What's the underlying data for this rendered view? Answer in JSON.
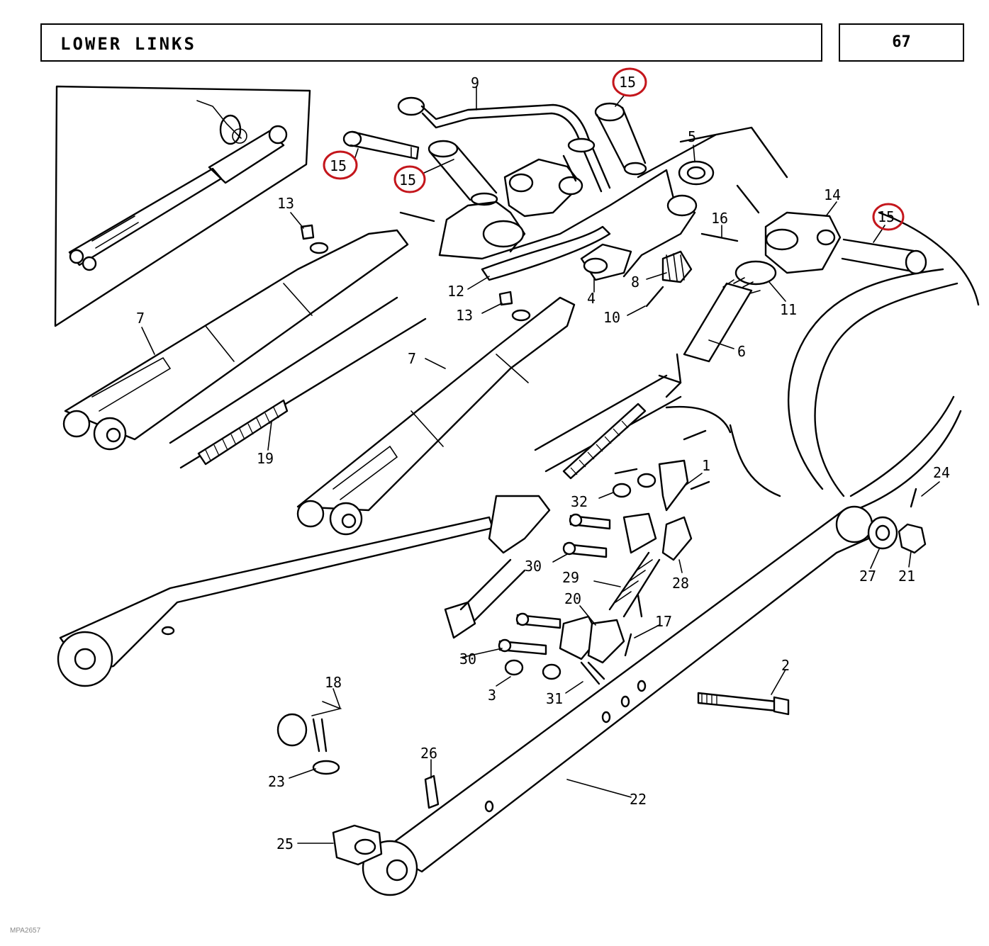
{
  "header": {
    "title": "LOWER LINKS",
    "page_number": "67"
  },
  "footer": {
    "code": "MPA2657"
  },
  "callouts": {
    "c9": "9",
    "c15a": "15",
    "c15b": "15",
    "c15c": "15",
    "c15d": "15",
    "c5": "5",
    "c14": "14",
    "c13a": "13",
    "c13b": "13",
    "c16": "16",
    "c12": "12",
    "c4": "4",
    "c8": "8",
    "c10": "10",
    "c11": "11",
    "c7a": "7",
    "c7b": "7",
    "c6": "6",
    "c19": "19",
    "c1": "1",
    "c24": "24",
    "c32": "32",
    "c30a": "30",
    "c30b": "30",
    "c29": "29",
    "c28": "28",
    "c27": "27",
    "c21": "21",
    "c20": "20",
    "c17": "17",
    "c2": "2",
    "c3": "3",
    "c31": "31",
    "c18": "18",
    "c23": "23",
    "c26": "26",
    "c22": "22",
    "c25": "25"
  },
  "highlight_color": "#c4161c"
}
